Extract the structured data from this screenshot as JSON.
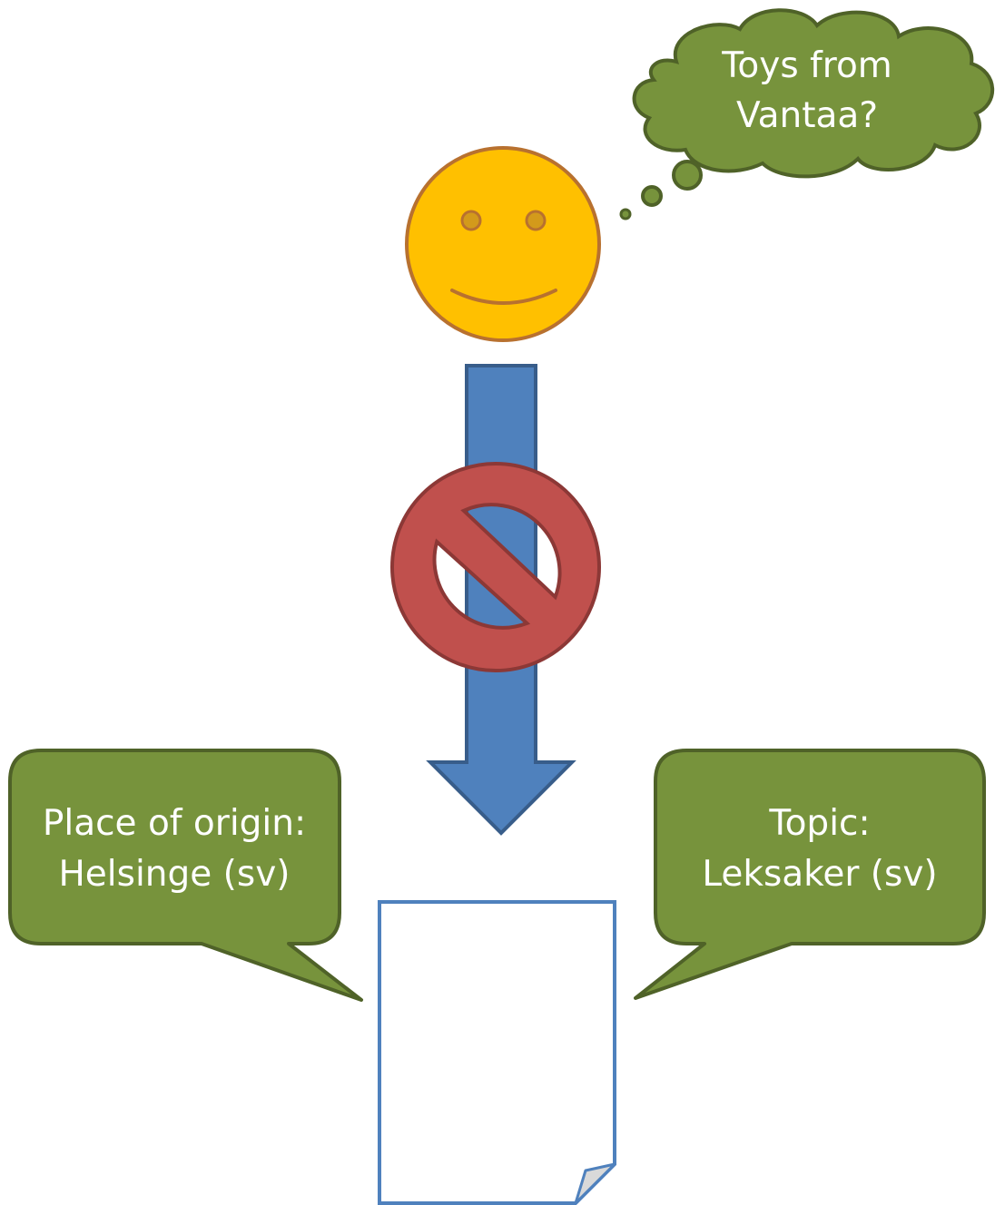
{
  "thought": {
    "line1": "Toys from",
    "line2": "Vantaa?"
  },
  "left_callout": {
    "line1": "Place of origin:",
    "line2": "Helsinge (sv)"
  },
  "right_callout": {
    "line1": "Topic:",
    "line2": "Leksaker (sv)"
  },
  "colors": {
    "callout_fill": "#77933C",
    "callout_stroke": "#4F6228",
    "arrow_fill": "#4F81BD",
    "arrow_stroke": "#385D8A",
    "face_fill": "#FFC000",
    "face_stroke": "#B8712F",
    "no_sign_fill": "#C0504D",
    "no_sign_stroke": "#8C3836",
    "document_stroke": "#4F81BD"
  }
}
